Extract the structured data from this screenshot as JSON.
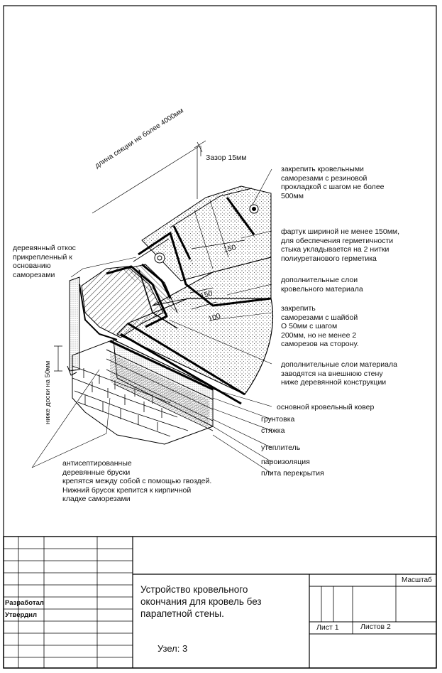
{
  "annotations": {
    "section_length": "длина секции не более 4000мм",
    "gap": "Зазор 15мм",
    "fix_screws": [
      "закрепить кровельными",
      "саморезами с резиновой",
      "прокладкой с шагом не более",
      "500мм"
    ],
    "flashing": [
      "фартук шириной не менее 150мм,",
      "для обеспечения герметичности",
      "стыка укладывается на 2 нитки",
      "полиуретанового герметика"
    ],
    "wood_slope": [
      "деревянный откос",
      "прикрепленный к",
      "основанию",
      "саморезами"
    ],
    "extra_layers": [
      "дополнительные слои",
      "кровельного материала"
    ],
    "fix_washer": [
      "закрепить",
      "саморезами с шайбой",
      "О 50мм с шагом",
      "200мм, но не менее 2",
      "саморезов на сторону."
    ],
    "extra_layers_wall": [
      "дополнительные слои материала",
      "заводятся на внешнюю стену",
      "ниже деревянной конструкции"
    ],
    "board_below": "ниже доски на 50мм",
    "layers": [
      "основной кровельный ковер",
      "грунтовка",
      "стяжка",
      "утеплитель",
      "пароизоляция",
      "плита перекрытия"
    ],
    "wood_bars": [
      "антисептированные",
      "деревянные бруски",
      "крепятся между собой с помощью гвоздей.",
      "Нижний брусок крепится к кирпичной",
      "кладке саморезами"
    ],
    "dims": [
      "150",
      "150",
      "100"
    ]
  },
  "title_block": {
    "developed": "Разработал",
    "approved": "Утвердил",
    "title_lines": [
      "Устройство кровельного",
      "окончания для кровель без",
      "парапетной стены."
    ],
    "node": "Узел: 3",
    "scale": "Масштаб",
    "sheet": "Лист 1",
    "sheets": "Листов 2"
  }
}
